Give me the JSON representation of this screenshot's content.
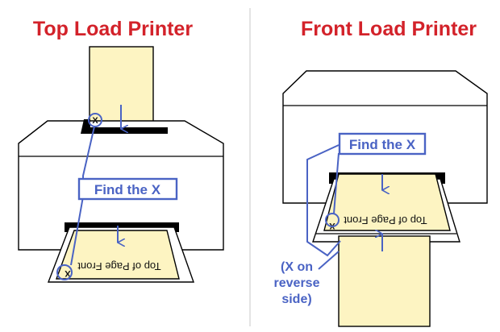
{
  "top_load": {
    "title": "Top Load Printer",
    "callout": "Find the X",
    "page_label": "Top of Page Front",
    "x_mark": "X"
  },
  "front_load": {
    "title": "Front Load Printer",
    "callout": "Find the X",
    "page_label": "Top of Page Front",
    "x_mark": "X",
    "note_lines": [
      "(X on",
      "reverse",
      "side)"
    ]
  },
  "colors": {
    "title_red": "#d3222a",
    "annotation_blue": "#4a63c4",
    "paper_yellow": "#fdf4c2"
  }
}
